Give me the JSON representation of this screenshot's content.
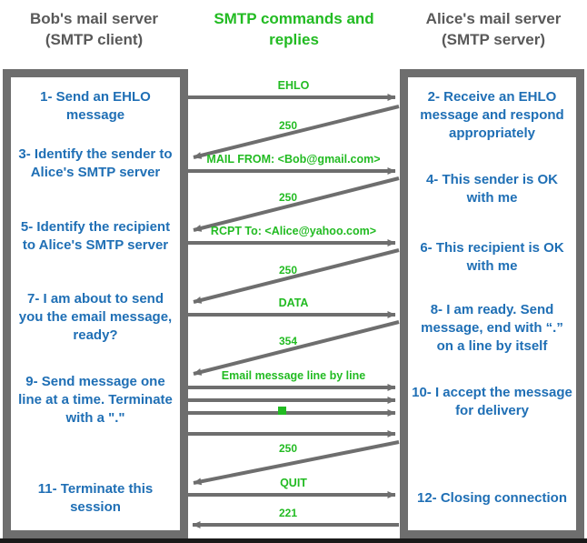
{
  "header": {
    "left_title": "Bob's mail server\n(SMTP client)",
    "left_line1": "Bob's mail server",
    "left_line2": "(SMTP client)",
    "mid_line1": "SMTP commands and",
    "mid_line2": "replies",
    "right_line1": "Alice's mail server",
    "right_line2": "(SMTP server)"
  },
  "colors": {
    "step_text": "#1f6fb5",
    "label_green": "#22bb22",
    "frame_gray": "#6e6e6e",
    "arrow_gray": "#6e6e6e",
    "header_gray": "#595959"
  },
  "client_steps": [
    {
      "id": "step-1",
      "text": "1- Send an EHLO message"
    },
    {
      "id": "step-3",
      "text": "3- Identify the sender to Alice's SMTP server"
    },
    {
      "id": "step-5",
      "text": "5- Identify the recipient to Alice's SMTP server"
    },
    {
      "id": "step-7",
      "text": "7- I am about to send you the email message, ready?"
    },
    {
      "id": "step-9",
      "text": "9- Send message one line at a time. Terminate with a \".\""
    },
    {
      "id": "step-11",
      "text": "11- Terminate this session"
    }
  ],
  "server_steps": [
    {
      "id": "step-2",
      "text": "2- Receive an EHLO message and respond appropriately"
    },
    {
      "id": "step-4",
      "text": "4- This sender is OK with me"
    },
    {
      "id": "step-6",
      "text": "6- This recipient is OK with me"
    },
    {
      "id": "step-8",
      "text": "8-  I am ready. Send message, end with “.” on a line by itself"
    },
    {
      "id": "step-10",
      "text": "10-  I accept the message for delivery"
    },
    {
      "id": "step-12",
      "text": "12-  Closing connection"
    }
  ],
  "messages": [
    {
      "id": "msg-ehlo",
      "label": "EHLO",
      "direction": "right",
      "style": "horizontal"
    },
    {
      "id": "reply-250-a",
      "label": "250",
      "direction": "left",
      "style": "diagonal"
    },
    {
      "id": "msg-mailfrom",
      "label": "MAIL FROM: <Bob@gmail.com>",
      "direction": "right",
      "style": "horizontal"
    },
    {
      "id": "reply-250-b",
      "label": "250",
      "direction": "left",
      "style": "diagonal"
    },
    {
      "id": "msg-rcptto",
      "label": "RCPT To: <Alice@yahoo.com>",
      "direction": "right",
      "style": "horizontal"
    },
    {
      "id": "reply-250-c",
      "label": "250",
      "direction": "left",
      "style": "diagonal"
    },
    {
      "id": "msg-data",
      "label": "DATA",
      "direction": "right",
      "style": "horizontal"
    },
    {
      "id": "reply-354",
      "label": "354",
      "direction": "left",
      "style": "diagonal"
    },
    {
      "id": "msg-emailline1",
      "label": "Email message line by line",
      "direction": "right",
      "style": "horizontal"
    },
    {
      "id": "msg-emailline2",
      "label": "",
      "direction": "right",
      "style": "horizontal"
    },
    {
      "id": "msg-emailline3",
      "label": "",
      "direction": "right",
      "style": "horizontal"
    },
    {
      "id": "msg-emailline4",
      "label": "",
      "direction": "right",
      "style": "horizontal"
    },
    {
      "id": "reply-250-d",
      "label": "250",
      "direction": "left",
      "style": "diagonal"
    },
    {
      "id": "msg-quit",
      "label": "QUIT",
      "direction": "right",
      "style": "horizontal"
    },
    {
      "id": "reply-221",
      "label": "221",
      "direction": "left",
      "style": "horizontal"
    }
  ],
  "marker": {
    "id": "period-marker",
    "label": "."
  }
}
